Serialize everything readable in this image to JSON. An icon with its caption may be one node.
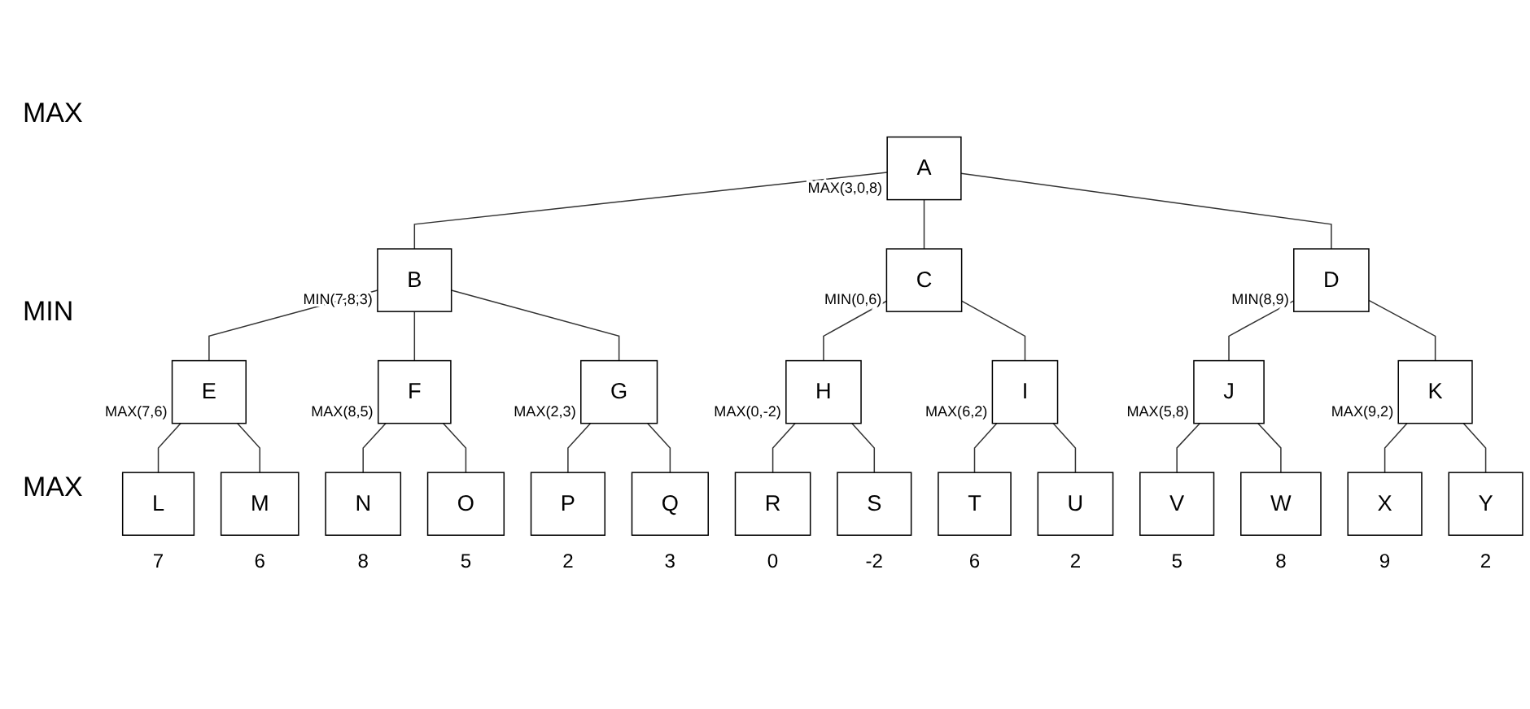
{
  "diagram": {
    "nodes": [
      {
        "text": [
          "A"
        ],
        "beside": [
          "MAX(3,0,8)"
        ]
      },
      {
        "text": [
          "B"
        ],
        "beside": [
          "MIN(7,8,3)"
        ]
      },
      {
        "text": [
          "C"
        ],
        "beside": [
          "MIN(0,6)"
        ]
      },
      {
        "text": [
          "D"
        ],
        "beside": [
          "MIN(8,9)"
        ]
      },
      {
        "text": [
          "E"
        ],
        "beside": [
          "MAX(7,6)"
        ]
      },
      {
        "text": [
          "F"
        ],
        "beside": [
          "MAX(8,5)"
        ]
      },
      {
        "text": [
          "G"
        ],
        "beside": [
          "MAX(2,3)"
        ]
      },
      {
        "text": [
          "H"
        ],
        "beside": [
          "MAX(0,-2)"
        ]
      },
      {
        "text": [
          "I"
        ],
        "beside": [
          "MAX(6,2)"
        ]
      },
      {
        "text": [
          "J"
        ],
        "beside": [
          "MAX(5,8)"
        ]
      },
      {
        "text": [
          "K"
        ],
        "beside": [
          "MAX(9,2)"
        ]
      },
      {
        "text": [
          "L"
        ],
        "beside": [
          "7"
        ]
      },
      {
        "text": [
          "M"
        ],
        "beside": [
          "6"
        ]
      },
      {
        "text": [
          "N"
        ],
        "beside": [
          "8"
        ]
      },
      {
        "text": [
          "O"
        ],
        "beside": [
          "5"
        ]
      },
      {
        "text": [
          "P"
        ],
        "beside": [
          "2"
        ]
      },
      {
        "text": [
          "Q"
        ],
        "beside": [
          "3"
        ]
      },
      {
        "text": [
          "R"
        ],
        "beside": [
          "0"
        ]
      },
      {
        "text": [
          "S"
        ],
        "beside": [
          "-2"
        ]
      },
      {
        "text": [
          "T"
        ],
        "beside": [
          "6"
        ]
      },
      {
        "text": [
          "U"
        ],
        "beside": [
          "2"
        ]
      },
      {
        "text": [
          "V"
        ],
        "beside": [
          "5"
        ]
      },
      {
        "text": [
          "W"
        ],
        "beside": [
          "8"
        ]
      },
      {
        "text": [
          "X"
        ],
        "beside": [
          "9"
        ]
      },
      {
        "text": [
          "Y"
        ],
        "beside": [
          "2"
        ]
      }
    ],
    "edges": [
      {
        "from": 0,
        "to": 1,
        "arrow": "none"
      },
      {
        "from": 0,
        "to": 2,
        "arrow": "none"
      },
      {
        "from": 0,
        "to": 3,
        "arrow": "none"
      },
      {
        "from": 1,
        "to": 4,
        "arrow": "none"
      },
      {
        "from": 1,
        "to": 5,
        "arrow": "none"
      },
      {
        "from": 1,
        "to": 6,
        "arrow": "none"
      },
      {
        "from": 2,
        "to": 7,
        "arrow": "none"
      },
      {
        "from": 2,
        "to": 8,
        "arrow": "none"
      },
      {
        "from": 3,
        "to": 9,
        "arrow": "none"
      },
      {
        "from": 3,
        "to": 10,
        "arrow": "none"
      },
      {
        "from": 4,
        "to": 11,
        "arrow": "none"
      },
      {
        "from": 4,
        "to": 12,
        "arrow": "none"
      },
      {
        "from": 5,
        "to": 13,
        "arrow": "none"
      },
      {
        "from": 5,
        "to": 14,
        "arrow": "none"
      },
      {
        "from": 6,
        "to": 15,
        "arrow": "none"
      },
      {
        "from": 6,
        "to": 16,
        "arrow": "none"
      },
      {
        "from": 7,
        "to": 17,
        "arrow": "none"
      },
      {
        "from": 7,
        "to": 18,
        "arrow": "none"
      },
      {
        "from": 8,
        "to": 19,
        "arrow": "none"
      },
      {
        "from": 8,
        "to": 20,
        "arrow": "none"
      },
      {
        "from": 9,
        "to": 21,
        "arrow": "none"
      },
      {
        "from": 9,
        "to": 22,
        "arrow": "none"
      },
      {
        "from": 10,
        "to": 23,
        "arrow": "none"
      },
      {
        "from": 10,
        "to": 24,
        "arrow": "none"
      }
    ],
    "labels": [
      "MAX",
      "MIN",
      "MAX"
    ]
  }
}
